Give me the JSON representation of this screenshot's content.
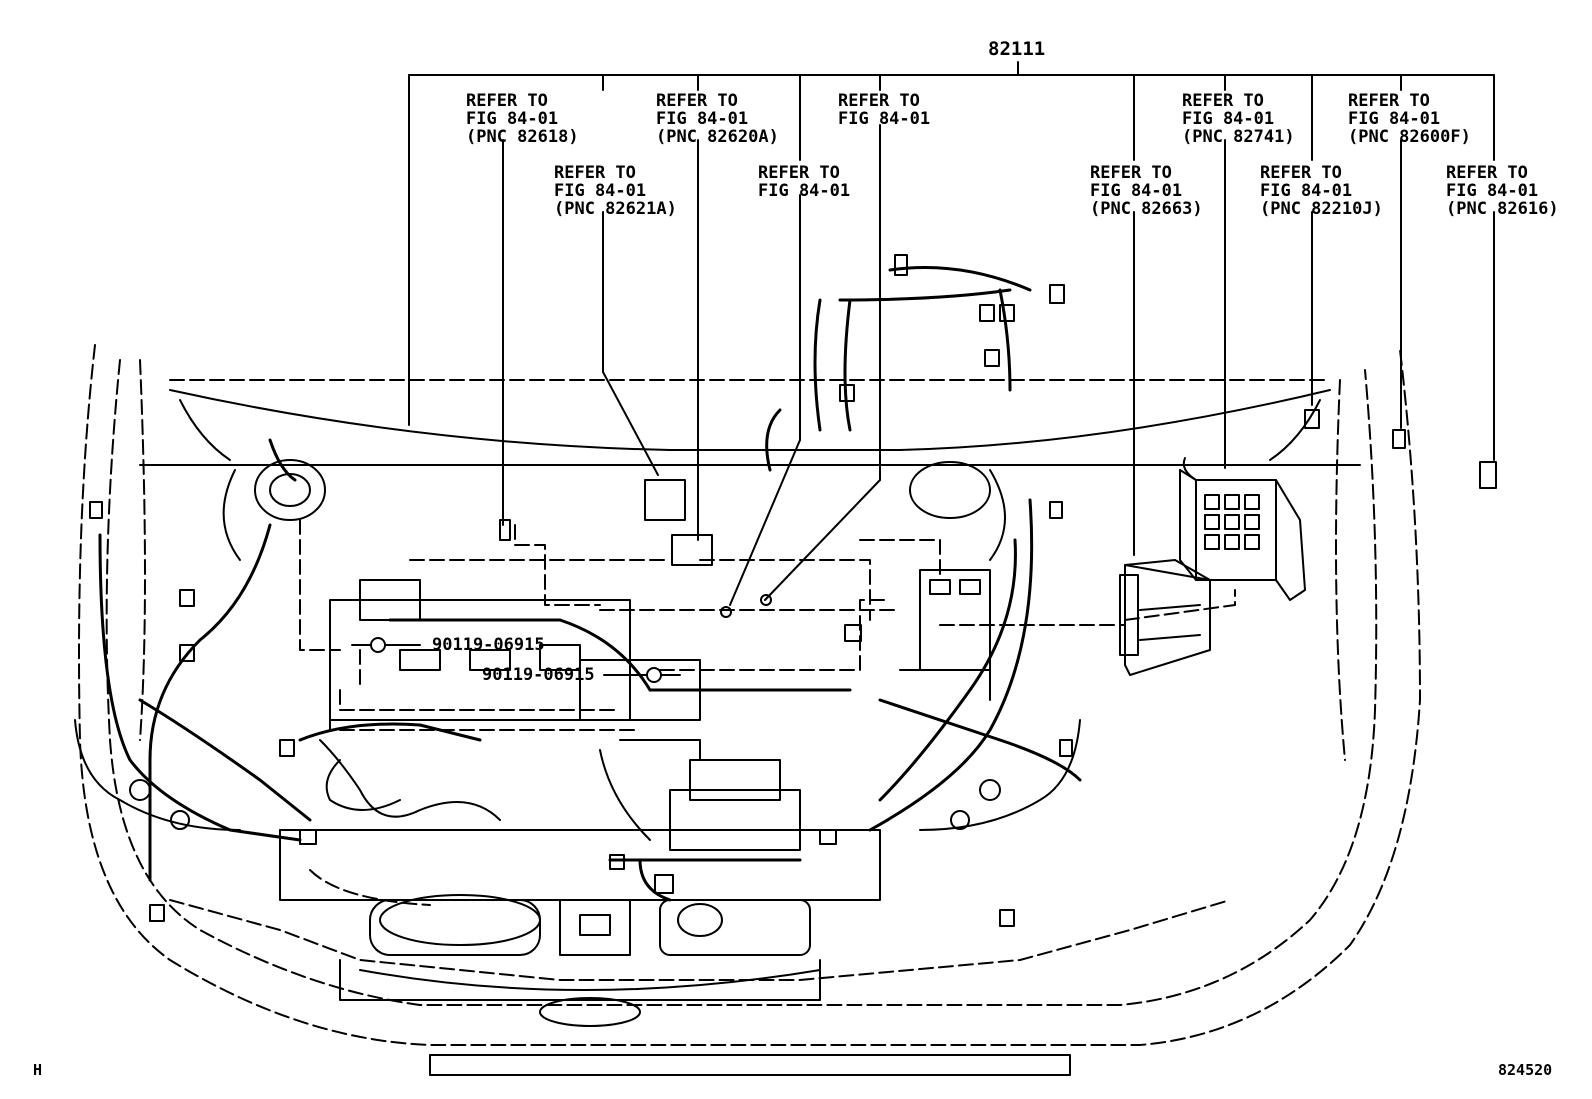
{
  "main_part_number": "82111",
  "callouts": [
    {
      "id": "c1",
      "lines": [
        "REFER TO",
        "FIG 84-01",
        "(PNC 82618)"
      ]
    },
    {
      "id": "c2",
      "lines": [
        "REFER TO",
        "FIG 84-01",
        "(PNC 82621A)"
      ]
    },
    {
      "id": "c3",
      "lines": [
        "REFER TO",
        "FIG 84-01",
        "(PNC 82620A)"
      ]
    },
    {
      "id": "c4",
      "lines": [
        "REFER TO",
        "FIG 84-01"
      ]
    },
    {
      "id": "c5",
      "lines": [
        "REFER TO",
        "FIG 84-01"
      ]
    },
    {
      "id": "c6",
      "lines": [
        "REFER TO",
        "FIG 84-01",
        "(PNC 82663)"
      ]
    },
    {
      "id": "c7",
      "lines": [
        "REFER TO",
        "FIG 84-01",
        "(PNC 82741)"
      ]
    },
    {
      "id": "c8",
      "lines": [
        "REFER TO",
        "FIG 84-01",
        "(PNC 82210J)"
      ]
    },
    {
      "id": "c9",
      "lines": [
        "REFER TO",
        "FIG 84-01",
        "(PNC 82600F)"
      ]
    },
    {
      "id": "c10",
      "lines": [
        "REFER TO",
        "FIG 84-01",
        "(PNC 82616)"
      ]
    }
  ],
  "bolt_part_numbers": [
    "90119-06915",
    "90119-06915"
  ],
  "corner_letter": "H",
  "diagram_code": "824520"
}
